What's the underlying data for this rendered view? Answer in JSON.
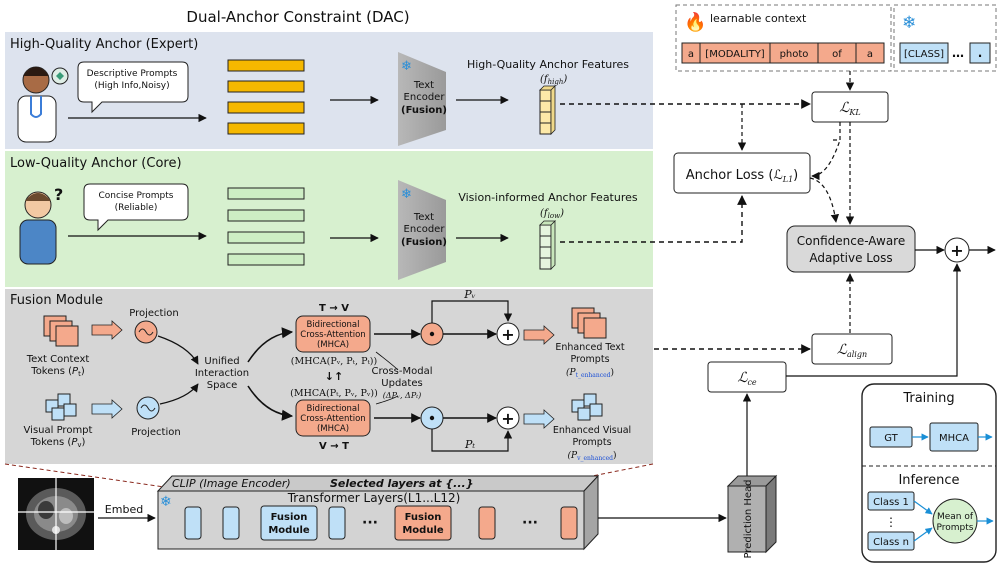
{
  "title": "Dual-Anchor Constraint (DAC)",
  "high_quality": {
    "header": "High-Quality Anchor (Expert)",
    "bubble": [
      "Descriptive Prompts",
      "(High Info,Noisy)"
    ],
    "encoder": [
      "Text",
      "Encoder",
      "(Fusion)"
    ],
    "features_label": "High-Quality Anchor Features",
    "features_symbol": "f",
    "features_sub": "high"
  },
  "low_quality": {
    "header": "Low-Quality Anchor (Core)",
    "bubble": [
      "Concise Prompts",
      "(Reliable)"
    ],
    "encoder": [
      "Text",
      "Encoder",
      "(Fusion)"
    ],
    "features_label": "Vision-informed Anchor Features",
    "features_symbol": "f",
    "features_sub": "low"
  },
  "fusion": {
    "header": "Fusion Module",
    "text_tokens": [
      "Text Context",
      "Tokens (",
      "P",
      "t",
      ")"
    ],
    "visual_tokens": [
      "Visual Prompt",
      "Tokens (",
      "P",
      "v",
      ")"
    ],
    "projection_top": "Projection",
    "projection_bottom": "Projection",
    "unified": [
      "Unified",
      "Interaction",
      "Space"
    ],
    "mhca_top": [
      "Bidirectional",
      "Cross-Attention",
      "(MHCA)"
    ],
    "mhca_bottom": [
      "Bidirectional",
      "Cross-Attention",
      "(MHCA)"
    ],
    "t_to_v": "T → V",
    "v_to_t": "V → T",
    "mhca_expr_top": "(MHCA(Pᵥ, Pₜ, Pₜ))",
    "mhca_expr_bottom": "(MHCA(Pₜ, Pᵥ, Pᵥ))",
    "cross_modal": [
      "Cross-Modal",
      "Updates",
      "(ΔPᵥ, ΔPₜ)"
    ],
    "pv_label": "Pᵥ",
    "pt_label": "Pₜ",
    "enhanced_text": [
      "Enhanced Text",
      "Prompts",
      "(P",
      "t_enhanced",
      ")"
    ],
    "enhanced_visual": [
      "Enhanced Visual",
      "Prompts",
      "(P",
      "v_enhanced",
      ")"
    ]
  },
  "context": {
    "learnable_label": "learnable context",
    "tokens": [
      "a",
      "[MODALITY]",
      "photo",
      "of",
      "a"
    ],
    "frozen_tokens": [
      "[CLASS]",
      "…",
      "."
    ]
  },
  "losses": {
    "kl": "ℒ",
    "kl_sub": "KL",
    "anchor": "Anchor Loss (ℒ",
    "anchor_sub": "L1",
    "anchor_close": ")",
    "confidence": [
      "Confidence-Aware",
      "Adaptive Loss"
    ],
    "align": "ℒ",
    "align_sub": "align",
    "ce": "ℒ",
    "ce_sub": "ce",
    "plus": "+"
  },
  "clip": {
    "title": "CLIP (Image Encoder)",
    "selected": "Selected layers at {...}",
    "layers": "Transformer Layers(L1...L12)",
    "fusion_block": [
      "Fusion",
      "Module"
    ],
    "dots": "···",
    "embed": "Embed",
    "prediction_head": "Prediction Head"
  },
  "legend": {
    "training": "Training",
    "gt": "GT",
    "mhca": "MHCA",
    "inference": "Inference",
    "class1": "Class 1",
    "vdots": "⋮",
    "classn": "Class n",
    "mean": [
      "Mean of",
      "Prompts"
    ]
  },
  "colors": {
    "high_bg": "#dde3ee",
    "low_bg": "#d7f0cf",
    "fusion_bg": "#d6d6d6",
    "orange_bar": "#f5b800",
    "green_bar": "#cdeec4",
    "salmon": "#f4a98c",
    "blue_token": "#bfe0f7",
    "loss_box": "#d9d9d9",
    "red_text": "#e8231d"
  }
}
